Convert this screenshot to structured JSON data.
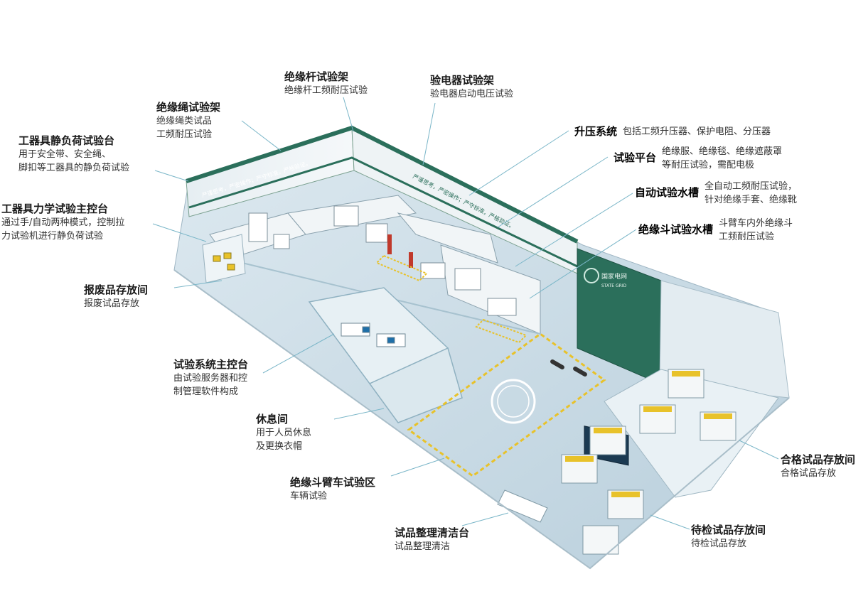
{
  "labels": {
    "insulating_rod": {
      "title": "绝缘杆试验架",
      "desc": [
        "绝缘杆工频耐压试验"
      ]
    },
    "electroscope": {
      "title": "验电器试验架",
      "desc": [
        "验电器启动电压试验"
      ]
    },
    "insulating_rope": {
      "title": "绝缘绳试验架",
      "desc": [
        "绝缘绳类试品",
        "工频耐压试验"
      ]
    },
    "static_load": {
      "title": "工器具静负荷试验台",
      "desc": [
        "用于安全带、安全绳、",
        "脚扣等工器具的静负荷试验"
      ]
    },
    "mech_console": {
      "title": "工器具力学试验主控台",
      "desc": [
        "通过手/自动两种模式，控制拉",
        "力试验机进行静负荷试验"
      ]
    },
    "scrap_room": {
      "title": "报废品存放间",
      "desc": [
        "报废试品存放"
      ]
    },
    "main_console": {
      "title": "试验系统主控台",
      "desc": [
        "由试验服务器和控",
        "制管理软件构成"
      ]
    },
    "lounge": {
      "title": "休息间",
      "desc": [
        "用于人员休息",
        "及更换衣帽"
      ]
    },
    "bucket_truck": {
      "title": "绝缘斗臂车试验区",
      "desc": [
        "车辆试验"
      ]
    },
    "cleaning": {
      "title": "试品整理清洁台",
      "desc": [
        "试品整理清洁"
      ]
    },
    "boost": {
      "title": "升压系统",
      "desc": [
        "包括工频升压器、保护电阻、分压器"
      ]
    },
    "platform": {
      "title": "试验平台",
      "desc": [
        "绝缘服、绝缘毯、绝缘遮蔽罩",
        "等耐压试验，需配电极"
      ]
    },
    "auto_tank": {
      "title": "自动试验水槽",
      "desc": [
        "全自动工频耐压试验，",
        "针对绝缘手套、绝缘靴"
      ]
    },
    "bucket_tank": {
      "title": "绝缘斗试验水槽",
      "desc": [
        "斗臂车内外绝缘斗",
        "工频耐压试验"
      ]
    },
    "qualified": {
      "title": "合格试品存放间",
      "desc": [
        "合格试品存放"
      ]
    },
    "pending": {
      "title": "待检试品存放间",
      "desc": [
        "待检试品存放"
      ]
    }
  },
  "wall_slogans": [
    "严谨思考，严密操作；严守标准，严格验证。",
    "严谨思考，严密操作；严守标准，严格验证。"
  ],
  "brand": {
    "name": "国家电网",
    "sub": "STATE GRID"
  },
  "colors": {
    "wall": "#2b6f5b",
    "floor": "#cfe0ea",
    "accent": "#e8c22a"
  }
}
